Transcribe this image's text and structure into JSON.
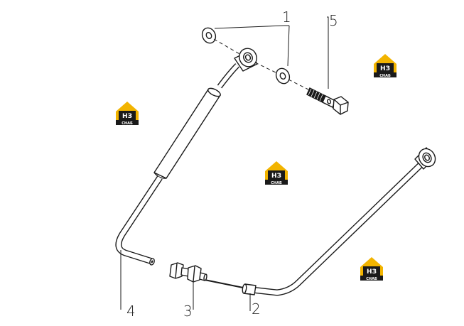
{
  "colors": {
    "line": "#1a1a1a",
    "background": "#ffffff",
    "watermark_gold": "#f2b400",
    "watermark_dark": "#1a1a1a"
  },
  "callouts": {
    "part_1": "1",
    "part_2": "2",
    "part_3": "3",
    "part_4": "4",
    "part_5": "5"
  },
  "watermark": {
    "logo_letters": "НЗ",
    "logo_caption": "СНАБ",
    "icon": "house-logo-icon"
  }
}
